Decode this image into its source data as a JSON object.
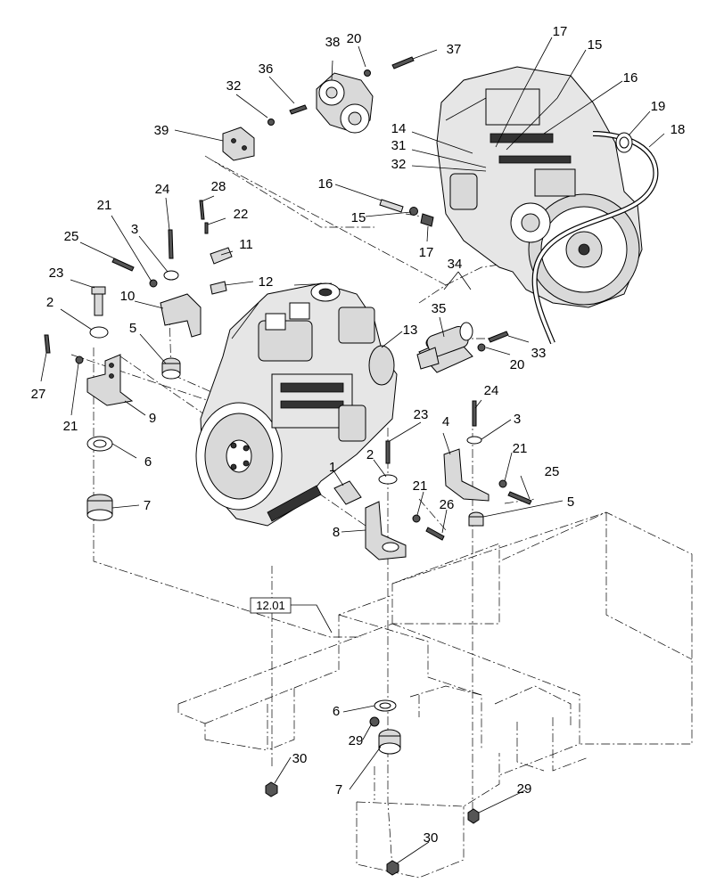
{
  "reference_label": "12.01",
  "callouts": [
    {
      "id": "c17a",
      "text": "17"
    },
    {
      "id": "c15a",
      "text": "15"
    },
    {
      "id": "c16a",
      "text": "16"
    },
    {
      "id": "c19",
      "text": "19"
    },
    {
      "id": "c18",
      "text": "18"
    },
    {
      "id": "c14",
      "text": "14"
    },
    {
      "id": "c31",
      "text": "31"
    },
    {
      "id": "c32a",
      "text": "32"
    },
    {
      "id": "c38",
      "text": "38"
    },
    {
      "id": "c20a",
      "text": "20"
    },
    {
      "id": "c37",
      "text": "37"
    },
    {
      "id": "c36",
      "text": "36"
    },
    {
      "id": "c32b",
      "text": "32"
    },
    {
      "id": "c39",
      "text": "39"
    },
    {
      "id": "c16b",
      "text": "16"
    },
    {
      "id": "c15b",
      "text": "15"
    },
    {
      "id": "c17b",
      "text": "17"
    },
    {
      "id": "c24a",
      "text": "24"
    },
    {
      "id": "c28",
      "text": "28"
    },
    {
      "id": "c22",
      "text": "22"
    },
    {
      "id": "c21a",
      "text": "21"
    },
    {
      "id": "c3a",
      "text": "3"
    },
    {
      "id": "c11",
      "text": "11"
    },
    {
      "id": "c25a",
      "text": "25"
    },
    {
      "id": "c23a",
      "text": "23"
    },
    {
      "id": "c12",
      "text": "12"
    },
    {
      "id": "c10",
      "text": "10"
    },
    {
      "id": "c2a",
      "text": "2"
    },
    {
      "id": "c34",
      "text": "34"
    },
    {
      "id": "c35",
      "text": "35"
    },
    {
      "id": "c5a",
      "text": "5"
    },
    {
      "id": "c13",
      "text": "13"
    },
    {
      "id": "c33",
      "text": "33"
    },
    {
      "id": "c20b",
      "text": "20"
    },
    {
      "id": "c27",
      "text": "27"
    },
    {
      "id": "c21b",
      "text": "21"
    },
    {
      "id": "c9",
      "text": "9"
    },
    {
      "id": "c24b",
      "text": "24"
    },
    {
      "id": "c23b",
      "text": "23"
    },
    {
      "id": "c4",
      "text": "4"
    },
    {
      "id": "c3b",
      "text": "3"
    },
    {
      "id": "c21c",
      "text": "21"
    },
    {
      "id": "c6a",
      "text": "6"
    },
    {
      "id": "c2b",
      "text": "2"
    },
    {
      "id": "c25b",
      "text": "25"
    },
    {
      "id": "c1",
      "text": "1"
    },
    {
      "id": "c7a",
      "text": "7"
    },
    {
      "id": "c21d",
      "text": "21"
    },
    {
      "id": "c26",
      "text": "26"
    },
    {
      "id": "c5b",
      "text": "5"
    },
    {
      "id": "c8",
      "text": "8"
    },
    {
      "id": "c6b",
      "text": "6"
    },
    {
      "id": "c29a",
      "text": "29"
    },
    {
      "id": "c30a",
      "text": "30"
    },
    {
      "id": "c7b",
      "text": "7"
    },
    {
      "id": "c29b",
      "text": "29"
    },
    {
      "id": "c30b",
      "text": "30"
    }
  ]
}
